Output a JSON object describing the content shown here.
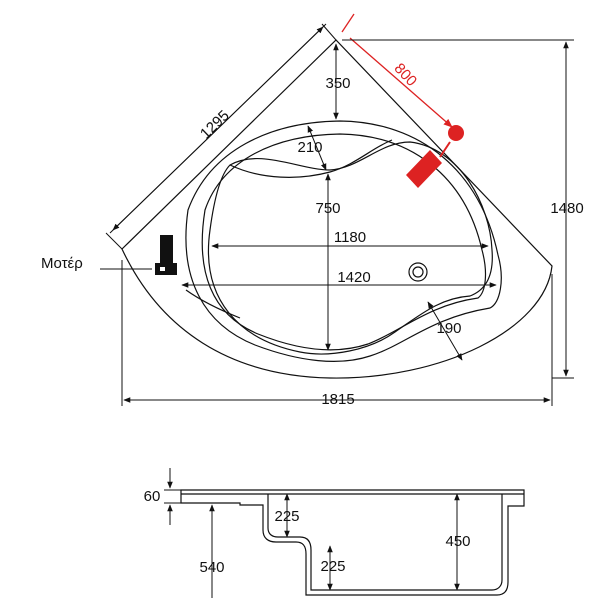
{
  "labels": {
    "dim_1295": "1295",
    "dim_800": "800",
    "dim_350": "350",
    "dim_210": "210",
    "dim_1480": "1480",
    "dim_750": "750",
    "dim_1180": "1180",
    "dim_1420": "1420",
    "dim_190": "190",
    "dim_1815": "1815",
    "motor": "Μοτέρ",
    "dim_60": "60",
    "dim_225_top": "225",
    "dim_450": "450",
    "dim_540": "540",
    "dim_225_bottom": "225"
  },
  "colors": {
    "line": "#111111",
    "accent": "#dd2222"
  }
}
